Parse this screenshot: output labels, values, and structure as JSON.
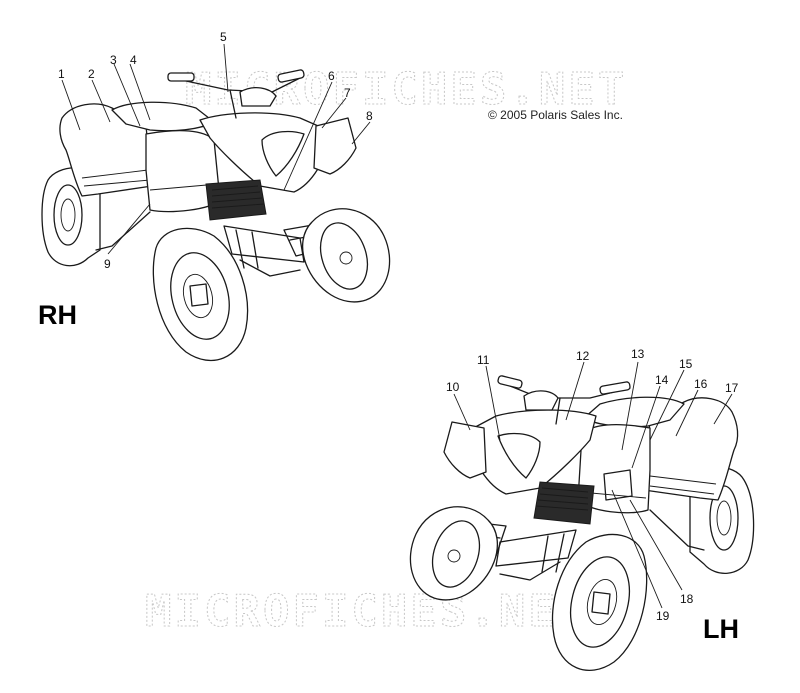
{
  "copyright": "© 2005 Polaris Sales Inc.",
  "watermark_text": "MICROFICHES.NET",
  "views": [
    {
      "label": "RH"
    },
    {
      "label": "LH"
    }
  ],
  "callouts": [
    "1",
    "2",
    "3",
    "4",
    "5",
    "6",
    "7",
    "8",
    "9",
    "10",
    "11",
    "12",
    "13",
    "14",
    "15",
    "16",
    "17",
    "18",
    "19"
  ],
  "colors": {
    "line": "#1a1a1a",
    "watermark": "#c8c8c8",
    "background": "#ffffff"
  }
}
